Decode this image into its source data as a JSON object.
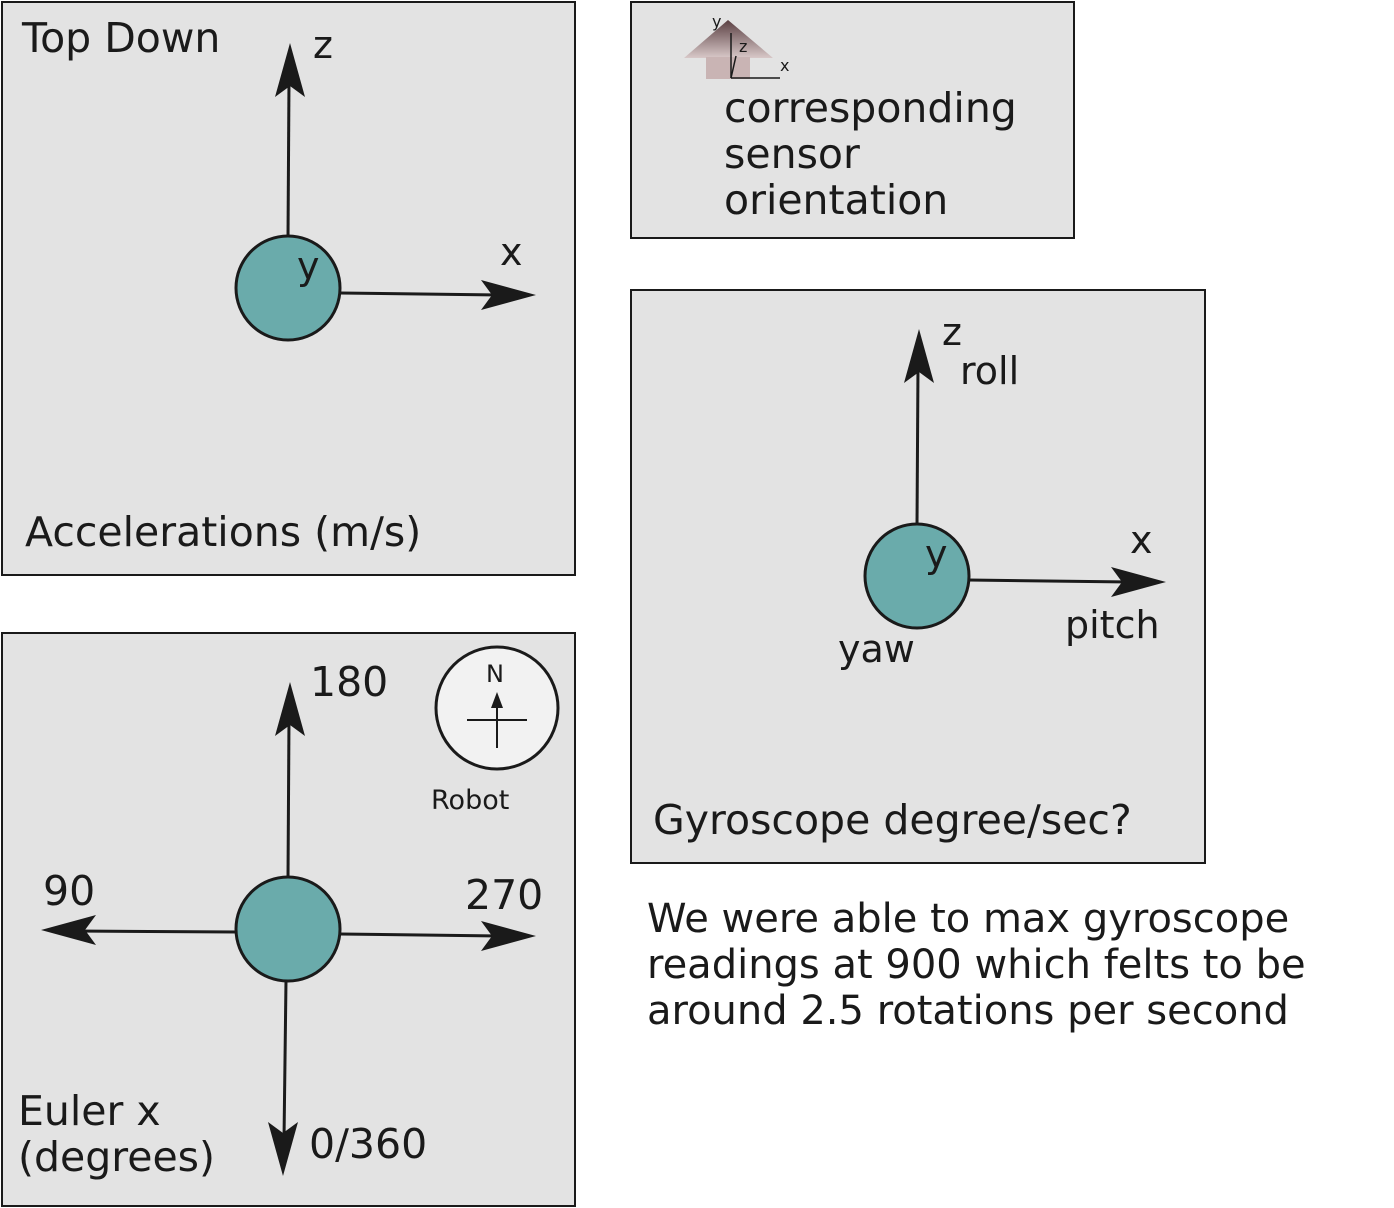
{
  "accel_panel": {
    "title": "Top Down",
    "caption": "Accelerations (m/s)",
    "axis_up": "z",
    "axis_right": "x",
    "axis_center": "y"
  },
  "sensor_panel": {
    "line1": "corresponding",
    "line2": "sensor",
    "line3": "orientation",
    "icon_labels": {
      "y": "y",
      "z": "z",
      "x": "x"
    }
  },
  "gyro_panel": {
    "caption": "Gyroscope degree/sec?",
    "axis_up": "z",
    "axis_up_motion": "roll",
    "axis_right": "x",
    "axis_right_motion": "pitch",
    "axis_center": "y",
    "axis_center_motion": "yaw"
  },
  "euler_panel": {
    "caption_line1": "Euler x",
    "caption_line2": "(degrees)",
    "up": "180",
    "left": "90",
    "right": "270",
    "down": "0/360",
    "compass_north": "N",
    "compass_label": "Robot"
  },
  "note": {
    "line1": "We were able to max gyroscope",
    "line2": "readings at 900 which felts to be",
    "line3": "around 2.5 rotations per second"
  },
  "colors": {
    "panel_fill": "#e3e3e3",
    "sensor_teal": "#6aabab",
    "compass_fill": "#f2f2f2",
    "outline": "#1a1a1a"
  }
}
